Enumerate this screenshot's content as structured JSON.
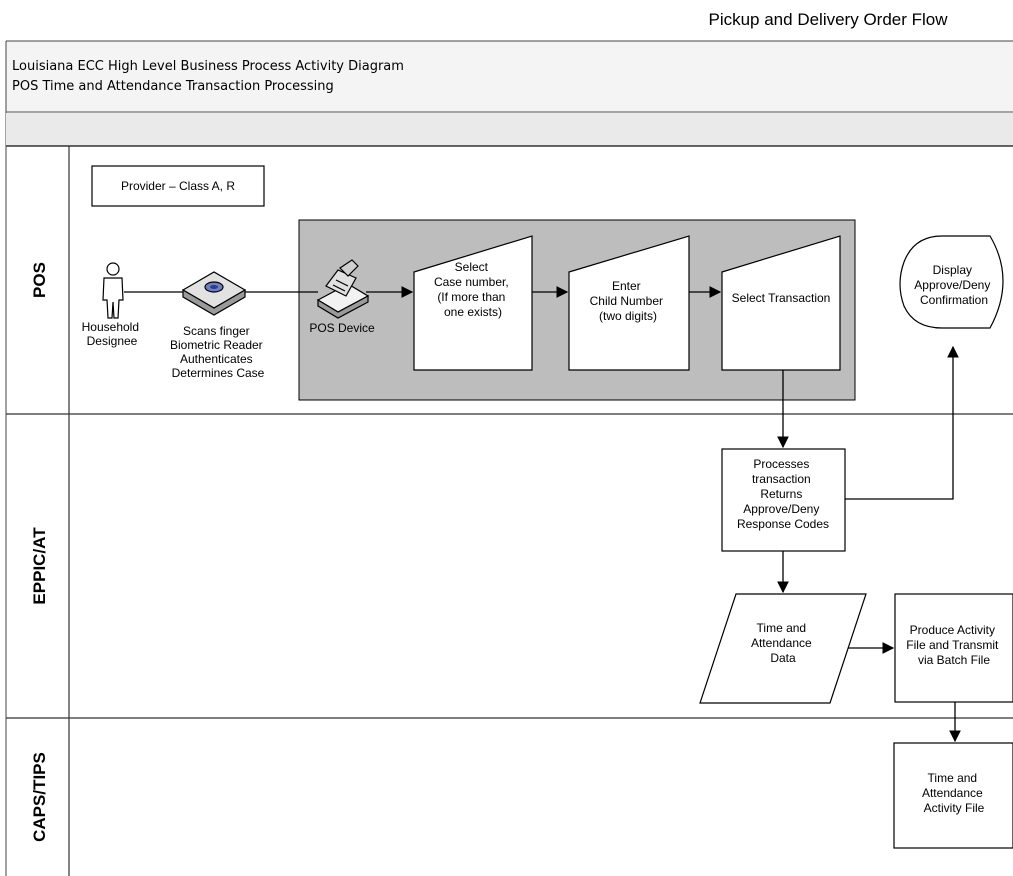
{
  "page_title": "Pickup and Delivery Order Flow",
  "header": {
    "line1": "Louisiana ECC High Level Business Process Activity Diagram",
    "line2": "POS Time and Attendance Transaction Processing"
  },
  "lanes": [
    "POS",
    "EPPIC/AT",
    "CAPS/TIPS"
  ],
  "provider_box": "Provider – Class A, R",
  "actor": {
    "icon": "person-icon",
    "label": [
      "Household",
      "Designee"
    ]
  },
  "biometric": {
    "icon": "fingerprint-reader-icon",
    "label": [
      "Scans finger",
      "Biometric Reader",
      "Authenticates",
      "Determines Case"
    ]
  },
  "pos_device": {
    "icon": "pos-terminal-icon",
    "label": "POS Device"
  },
  "steps": {
    "select_case": [
      "Select",
      "Case number,",
      "(If more than",
      "one exists)"
    ],
    "enter_child": [
      "Enter",
      "Child Number",
      "(two digits)"
    ],
    "select_transaction": [
      "Select Transaction"
    ],
    "display": [
      "Display",
      "Approve/Deny",
      "Confirmation"
    ],
    "processes": [
      "Processes",
      "transaction",
      "Returns",
      "Approve/Deny",
      "Response Codes"
    ],
    "time_data": [
      "Time and",
      "Attendance",
      "Data"
    ],
    "produce_file": [
      "Produce Activity",
      "File and Transmit",
      "via Batch File"
    ],
    "activity_file": [
      "Time and",
      "Attendance",
      "Activity File"
    ]
  }
}
